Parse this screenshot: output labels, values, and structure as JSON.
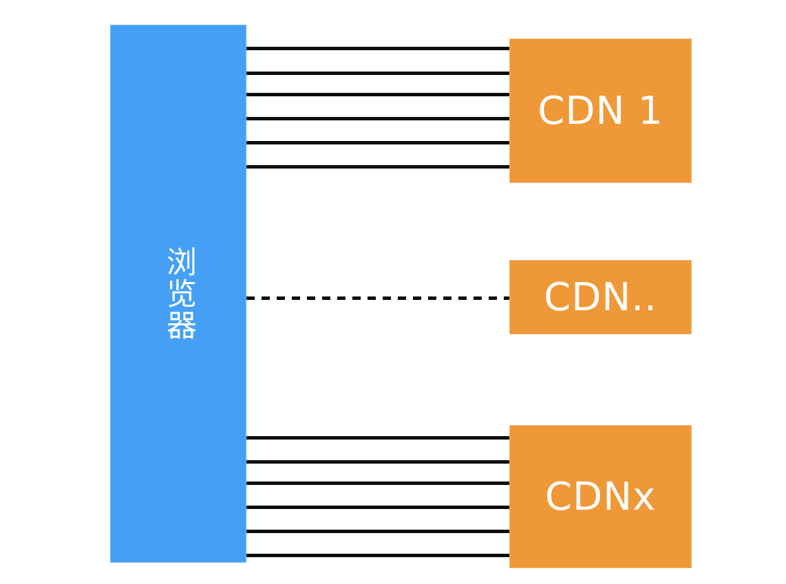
{
  "diagram": {
    "type": "network-topology",
    "background_color": "#FFFFFF",
    "browser": {
      "label": "浏览器",
      "color": "#45A0F5",
      "border_color": "#6FB6F7",
      "text_color": "#FFFFFF",
      "orientation": "vertical"
    },
    "nodes": [
      {
        "id": "cdn-1",
        "label": "CDN 1",
        "color": "#EF9838",
        "border_color": "#F2B36C",
        "text_color": "#FFFFFF",
        "connection_style": "solid",
        "connection_count": 6
      },
      {
        "id": "cdn-mid",
        "label": "CDN..",
        "color": "#EF9838",
        "border_color": "#F2B36C",
        "text_color": "#FFFFFF",
        "connection_style": "dashed",
        "connection_count": 1
      },
      {
        "id": "cdn-x",
        "label": "CDNx",
        "color": "#EF9838",
        "border_color": "#F2B36C",
        "text_color": "#FFFFFF",
        "connection_style": "solid",
        "connection_count": 6
      }
    ],
    "connections": {
      "line_color": "#0D0D0D",
      "top_group_y": [
        68,
        104,
        135,
        170,
        205,
        240
      ],
      "dashed_y": [
        433
      ],
      "bottom_group_y": [
        634,
        669,
        700,
        735,
        770,
        805
      ]
    }
  }
}
